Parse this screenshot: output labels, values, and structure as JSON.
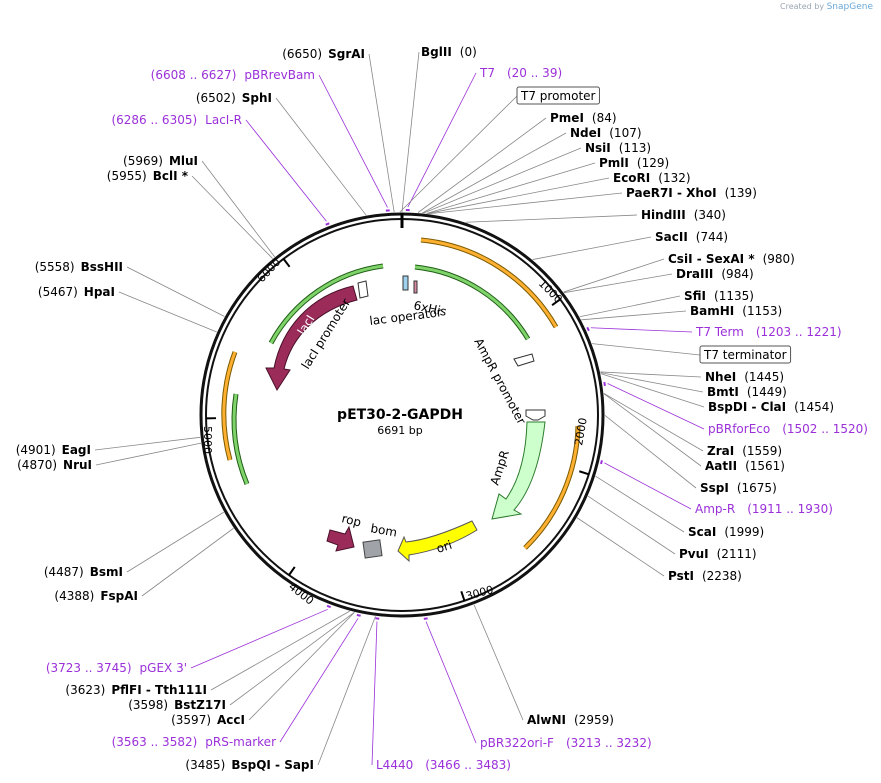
{
  "brand": {
    "created_by": "Created by",
    "app": "SnapGene"
  },
  "plasmid": {
    "name": "pET30-2-GAPDH",
    "length_text": "6691 bp"
  },
  "colors": {
    "enzyme_line": "#888888",
    "primer": "#9b30d9",
    "ring": "#111111",
    "orf": "#ff9900",
    "green_arc": "#2b8a1e",
    "laci": "#9b2c5a",
    "ampr": "#ccffcc",
    "ori": "#ffff00",
    "bom": "#a0a4a8"
  },
  "ticks": [
    {
      "label": "1000",
      "bp": 1000
    },
    {
      "label": "2000",
      "bp": 2000
    },
    {
      "label": "3000",
      "bp": 3000
    },
    {
      "label": "4000",
      "bp": 4000
    },
    {
      "label": "5000",
      "bp": 5000
    },
    {
      "label": "6000",
      "bp": 6000
    }
  ],
  "enzymes": [
    {
      "name": "BglII",
      "pos": "(0)",
      "bp": 0,
      "side": "R"
    },
    {
      "name": "PmeI",
      "pos": "(84)",
      "bp": 84,
      "side": "R"
    },
    {
      "name": "NdeI",
      "pos": "(107)",
      "bp": 107,
      "side": "R"
    },
    {
      "name": "NsiI",
      "pos": "(113)",
      "bp": 113,
      "side": "R"
    },
    {
      "name": "PmlI",
      "pos": "(129)",
      "bp": 129,
      "side": "R"
    },
    {
      "name": "EcoRI",
      "pos": "(132)",
      "bp": 132,
      "side": "R"
    },
    {
      "name": "PaeR7I - XhoI",
      "pos": "(139)",
      "bp": 139,
      "side": "R"
    },
    {
      "name": "HindIII",
      "pos": "(340)",
      "bp": 340,
      "side": "R"
    },
    {
      "name": "SacII",
      "pos": "(744)",
      "bp": 744,
      "side": "R"
    },
    {
      "name": "CsiI - SexAI *",
      "pos": "(980)",
      "bp": 980,
      "side": "R"
    },
    {
      "name": "DraIII",
      "pos": "(984)",
      "bp": 984,
      "side": "R"
    },
    {
      "name": "SfiI",
      "pos": "(1135)",
      "bp": 1135,
      "side": "R"
    },
    {
      "name": "BamHI",
      "pos": "(1153)",
      "bp": 1153,
      "side": "R"
    },
    {
      "name": "NheI",
      "pos": "(1445)",
      "bp": 1445,
      "side": "R"
    },
    {
      "name": "BmtI",
      "pos": "(1449)",
      "bp": 1449,
      "side": "R"
    },
    {
      "name": "BspDI - ClaI",
      "pos": "(1454)",
      "bp": 1454,
      "side": "R"
    },
    {
      "name": "ZraI",
      "pos": "(1559)",
      "bp": 1559,
      "side": "R"
    },
    {
      "name": "AatII",
      "pos": "(1561)",
      "bp": 1561,
      "side": "R"
    },
    {
      "name": "SspI",
      "pos": "(1675)",
      "bp": 1675,
      "side": "R"
    },
    {
      "name": "ScaI",
      "pos": "(1999)",
      "bp": 1999,
      "side": "R"
    },
    {
      "name": "PvuI",
      "pos": "(2111)",
      "bp": 2111,
      "side": "R"
    },
    {
      "name": "PstI",
      "pos": "(2238)",
      "bp": 2238,
      "side": "R"
    },
    {
      "name": "AlwNI",
      "pos": "(2959)",
      "bp": 2959,
      "side": "R"
    },
    {
      "name": "BspQI - SapI",
      "pos": "(3485)",
      "bp": 3485,
      "side": "L"
    },
    {
      "name": "AccI",
      "pos": "(3597)",
      "bp": 3597,
      "side": "L"
    },
    {
      "name": "BstZ17I",
      "pos": "(3598)",
      "bp": 3598,
      "side": "L"
    },
    {
      "name": "PflFI - Tth111I",
      "pos": "(3623)",
      "bp": 3623,
      "side": "L"
    },
    {
      "name": "FspAI",
      "pos": "(4388)",
      "bp": 4388,
      "side": "L"
    },
    {
      "name": "BsmI",
      "pos": "(4487)",
      "bp": 4487,
      "side": "L"
    },
    {
      "name": "NruI",
      "pos": "(4870)",
      "bp": 4870,
      "side": "L"
    },
    {
      "name": "EagI",
      "pos": "(4901)",
      "bp": 4901,
      "side": "L"
    },
    {
      "name": "HpaI",
      "pos": "(5467)",
      "bp": 5467,
      "side": "L"
    },
    {
      "name": "BssHII",
      "pos": "(5558)",
      "bp": 5558,
      "side": "L"
    },
    {
      "name": "BclI *",
      "pos": "(5955)",
      "bp": 5955,
      "side": "L"
    },
    {
      "name": "MluI",
      "pos": "(5969)",
      "bp": 5969,
      "side": "L"
    },
    {
      "name": "SphI",
      "pos": "(6502)",
      "bp": 6502,
      "side": "L"
    },
    {
      "name": "SgrAI",
      "pos": "(6650)",
      "bp": 6650,
      "side": "L"
    }
  ],
  "primers": [
    {
      "name": "T7",
      "range": "(20 .. 39)",
      "bp": 30,
      "side": "R"
    },
    {
      "name": "T7 Term",
      "range": "(1203 .. 1221)",
      "bp": 1212,
      "side": "R"
    },
    {
      "name": "pBRforEco",
      "range": "(1502 .. 1520)",
      "bp": 1511,
      "side": "R"
    },
    {
      "name": "Amp-R",
      "range": "(1911 .. 1930)",
      "bp": 1920,
      "side": "R"
    },
    {
      "name": "pBR322ori-F",
      "range": "(3213 .. 3232)",
      "bp": 3222,
      "side": "R"
    },
    {
      "name": "L4440",
      "range": "(3466 .. 3483)",
      "bp": 3474,
      "side": "R"
    },
    {
      "name": "pRS-marker",
      "range": "(3563 .. 3582)",
      "bp": 3572,
      "side": "L"
    },
    {
      "name": "pGEX 3'",
      "range": "(3723 .. 3745)",
      "bp": 3734,
      "side": "L"
    },
    {
      "name": "LacI-R",
      "range": "(6286 .. 6305)",
      "bp": 6295,
      "side": "L"
    },
    {
      "name": "pBRrevBam",
      "range": "(6608 .. 6627)",
      "bp": 6617,
      "side": "L"
    }
  ],
  "boxed_labels": [
    {
      "name": "T7 promoter",
      "bp": 6680
    },
    {
      "name": "T7 terminator",
      "bp": 1290
    }
  ],
  "features": [
    {
      "name": "lacI"
    },
    {
      "name": "lacI promoter"
    },
    {
      "name": "lac operator"
    },
    {
      "name": "6xHis"
    },
    {
      "name": "AmpR promoter"
    },
    {
      "name": "AmpR"
    },
    {
      "name": "ori"
    },
    {
      "name": "bom"
    },
    {
      "name": "rop"
    }
  ]
}
